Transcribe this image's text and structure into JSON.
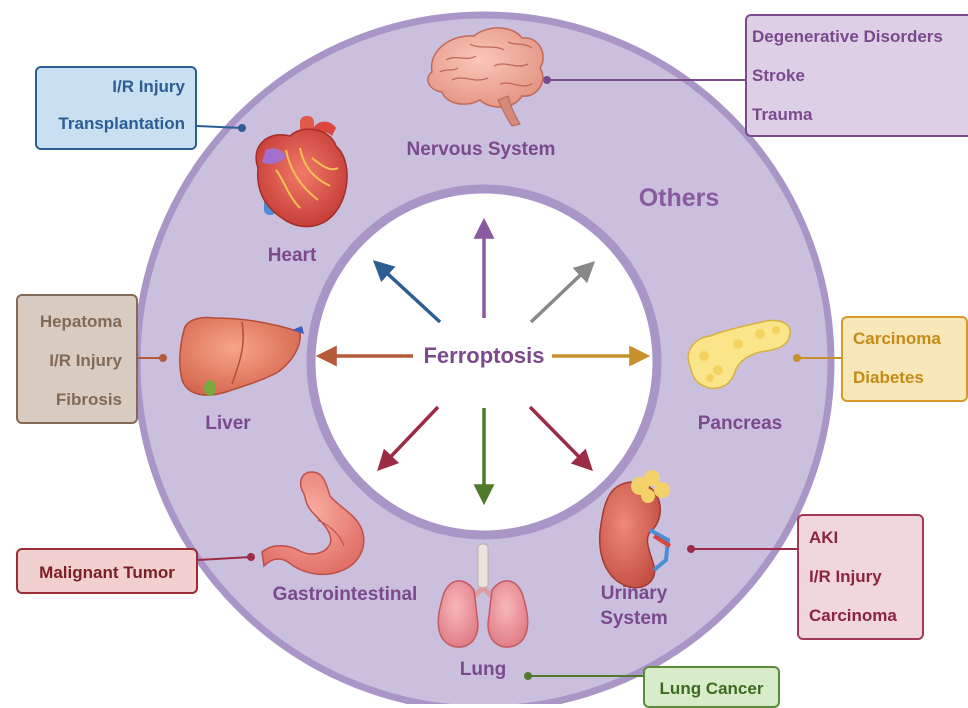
{
  "center": {
    "label": "Ferroptosis"
  },
  "ring": {
    "others_label": "Others"
  },
  "organs": {
    "nervous": "Nervous System",
    "heart": "Heart",
    "liver": "Liver",
    "pancreas": "Pancreas",
    "gastro": "Gastrointestinal",
    "lung": "Lung",
    "urinary_line1": "Urinary",
    "urinary_line2": "System"
  },
  "boxes": {
    "heart": {
      "items": [
        "I/R Injury",
        "Transplantation"
      ]
    },
    "nervous": {
      "items": [
        "Degenerative Disorders",
        "Stroke",
        "Trauma"
      ]
    },
    "liver": {
      "items": [
        "Hepatoma",
        "I/R Injury",
        "Fibrosis"
      ]
    },
    "pancreas": {
      "items": [
        "Carcinoma",
        "Diabetes"
      ]
    },
    "gastro": {
      "items": [
        "Malignant Tumor"
      ]
    },
    "urinary": {
      "items": [
        "AKI",
        "I/R Injury",
        "Carcinoma"
      ]
    },
    "lung": {
      "items": [
        "Lung Cancer"
      ]
    }
  },
  "colors": {
    "ring_fill": "#cbbfde",
    "ring_border": "#a995c6",
    "center_fill": "#ffffff",
    "label_purple": "#7a4a8c",
    "heart_arrow": "#2c5d93",
    "nervous_arrow": "#8a5a9e",
    "others_arrow": "#888888",
    "liver_arrow": "#b55a3a",
    "pancreas_arrow": "#c8902a",
    "gastro_arrow": "#9c2c45",
    "lung_arrow": "#4f7a2c",
    "urinary_arrow": "#9c2c45"
  }
}
